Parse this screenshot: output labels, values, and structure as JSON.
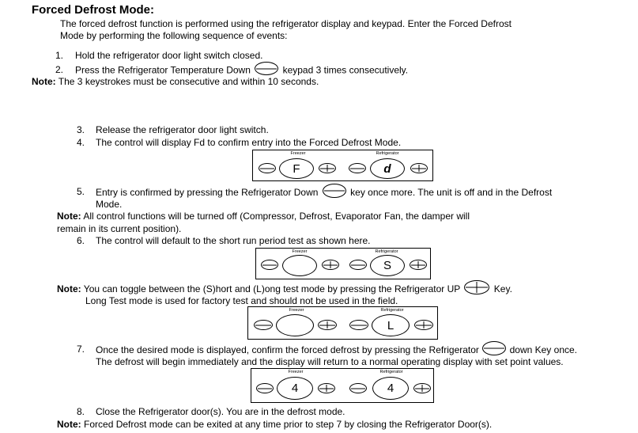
{
  "title": "Forced Defrost Mode:",
  "intro": {
    "line1": "The forced defrost function is performed using the refrigerator display and keypad. Enter the Forced Defrost",
    "line2": "Mode by performing the following sequence of events:"
  },
  "steps": {
    "s1": {
      "num": "1.",
      "text": "Hold the refrigerator door light switch closed."
    },
    "s2": {
      "num": "2.",
      "text_a": "Press the Refrigerator Temperature Down",
      "text_b": "keypad 3 times consecutively."
    },
    "s3": {
      "num": "3.",
      "text": "Release the refrigerator door light switch."
    },
    "s4": {
      "num": "4.",
      "text": "The control will display Fd to confirm entry into the Forced Defrost Mode."
    },
    "s5": {
      "num": "5.",
      "text_a": "Entry is confirmed by pressing the Refrigerator Down",
      "text_b": "key once more. The unit is off and in the Defrost",
      "text_c": "Mode."
    },
    "s6": {
      "num": "6.",
      "text": "The control will default to the short run period test as shown here."
    },
    "s7": {
      "num": "7.",
      "text_a": "Once the desired mode is displayed, confirm the forced defrost by pressing the Refrigerator",
      "text_b": "down Key once.",
      "text_c": "The defrost will begin immediately and the display will return to a normal operating display with set point values."
    },
    "s8": {
      "num": "8.",
      "text": "Close the Refrigerator door(s). You are in the defrost mode."
    }
  },
  "notes": {
    "label": "Note:",
    "n1": "The 3 keystrokes must be consecutive and within 10 seconds.",
    "n2_a": "All control functions will be turned off (Compressor, Defrost, Evaporator Fan, the damper will",
    "n2_b": "remain in its current position).",
    "n3_a": "You can toggle between the (S)hort and (L)ong test mode by pressing the Refrigerator UP",
    "n3_b": "Key.",
    "n3_c": "Long Test mode is used for factory test and should not be used in the field.",
    "n4": "Forced Defrost mode can be exited at any time prior to step 7 by closing the Refrigerator Door(s)."
  },
  "displays": {
    "freezer_label": "Freezer",
    "refrigerator_label": "Refrigerator",
    "d1": {
      "freezer": "F",
      "refrigerator": "d"
    },
    "d2": {
      "freezer": "",
      "refrigerator": "S"
    },
    "d3": {
      "freezer": "",
      "refrigerator": "L"
    },
    "d4": {
      "freezer": "4",
      "refrigerator": "4"
    }
  }
}
